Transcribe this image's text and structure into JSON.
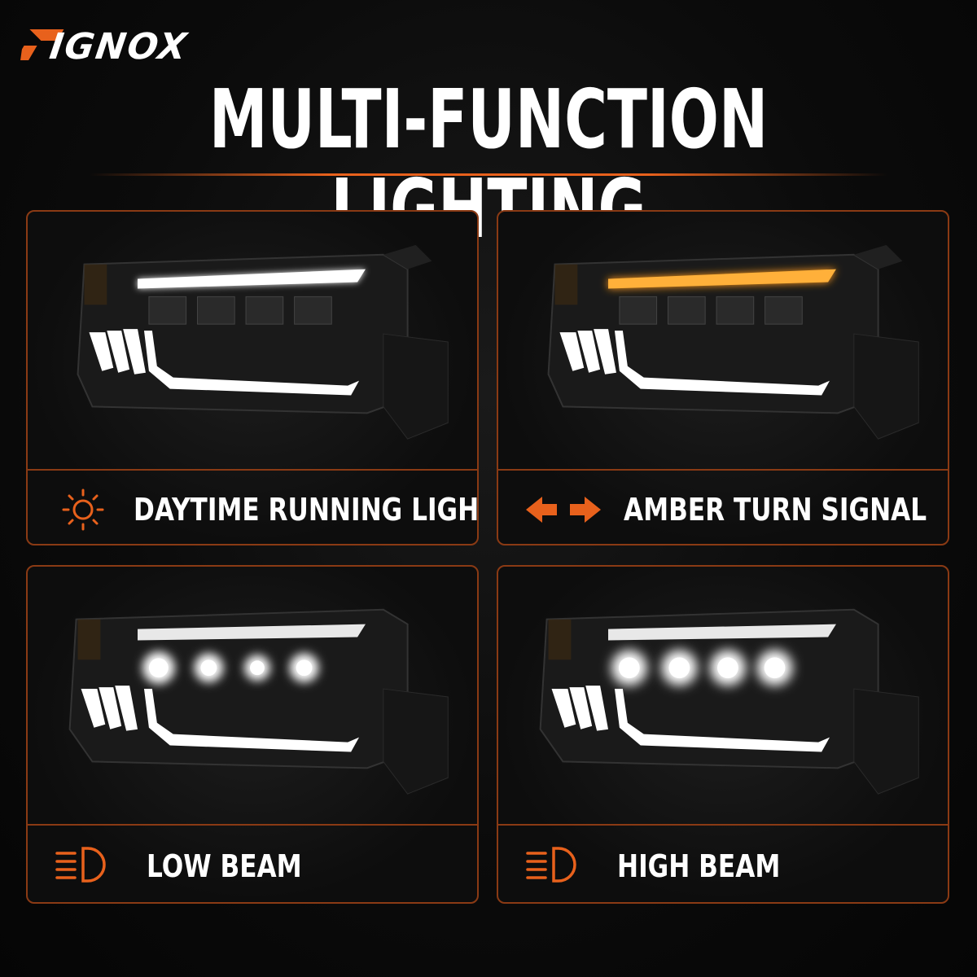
{
  "brand": {
    "logo_text": "RIGNOX",
    "accent": "#e8611c"
  },
  "headline": "MULTI-FUNCTION LIGHTING",
  "panels": [
    {
      "caption": "DAYTIME RUNNING LIGHT",
      "icon": "sun-icon",
      "mode": "drl"
    },
    {
      "caption": "AMBER TURN SIGNAL",
      "icon": "turn-signal-arrows-icon",
      "mode": "turn"
    },
    {
      "caption": "LOW BEAM",
      "icon": "low-beam-icon",
      "mode": "low"
    },
    {
      "caption": "HIGH BEAM",
      "icon": "high-beam-icon",
      "mode": "high"
    }
  ],
  "colors": {
    "border": "#8a3a14",
    "amber": "#ff9a1a",
    "white_light": "#f4f4f4"
  }
}
